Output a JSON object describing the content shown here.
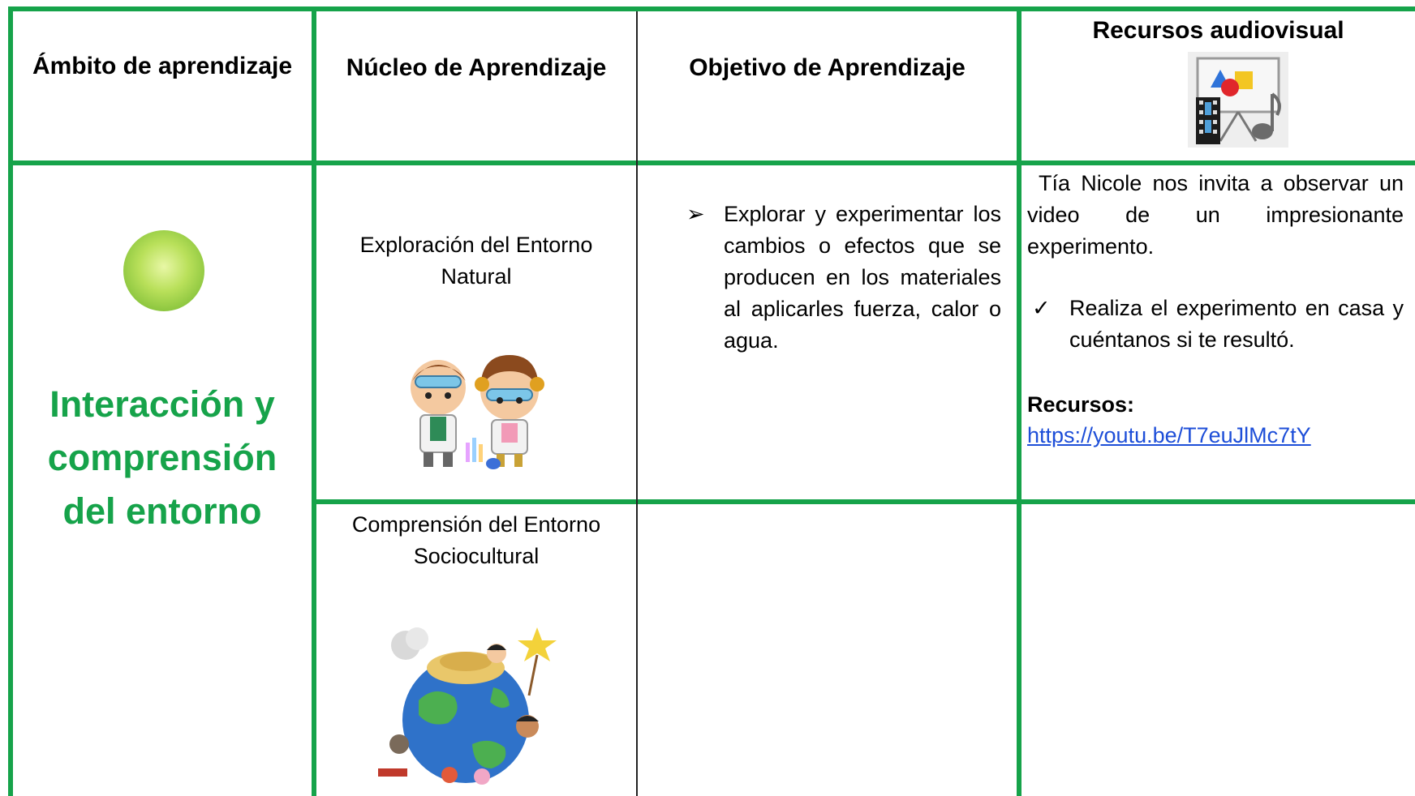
{
  "header": {
    "ambito": "Ámbito de aprendizaje",
    "nucleo": "Núcleo de Aprendizaje",
    "objetivo": "Objetivo de Aprendizaje",
    "recursos": "Recursos audiovisual"
  },
  "ambito_cell": {
    "title": "Interacción y comprensión del entorno"
  },
  "nucleo_cells": [
    {
      "label": "Exploración del Entorno Natural"
    },
    {
      "label": "Comprensión del Entorno Sociocultural"
    }
  ],
  "objetivo_cell": {
    "bullet_glyph": "➢",
    "text": "Explorar y experimentar los cambios o efectos que se producen en los materiales al aplicarles fuerza, calor o agua."
  },
  "recursos_cell": {
    "intro": "Tía Nicole nos invita a observar un video de un impresionante experimento.",
    "check_glyph": "✓",
    "task": "Realiza el experimento en casa y cuéntanos si te resultó.",
    "label": "Recursos:",
    "link": "https://youtu.be/T7euJlMc7tY"
  },
  "colors": {
    "border_green": "#16a34a",
    "title_green": "#16a34a",
    "link_blue": "#1d4ed8"
  }
}
